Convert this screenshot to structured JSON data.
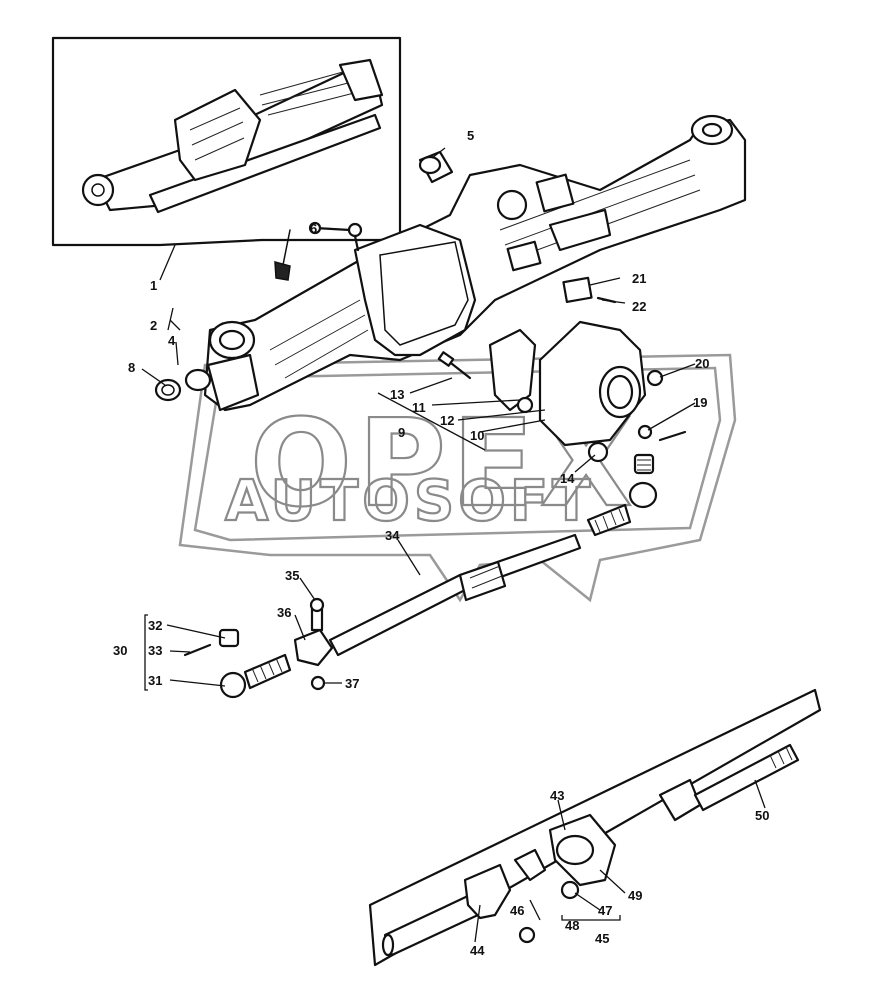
{
  "watermark": {
    "line1": "OPEX",
    "line2": "AUTOSOFT"
  },
  "callouts": {
    "c1": "1",
    "c2": "2",
    "c4": "4",
    "c5": "5",
    "c6": "6",
    "c8": "8",
    "c9": "9",
    "c10": "10",
    "c11": "11",
    "c12": "12",
    "c13": "13",
    "c14": "14",
    "c19": "19",
    "c20": "20",
    "c21": "21",
    "c22": "22",
    "c30": "30",
    "c31": "31",
    "c32": "32",
    "c33": "33",
    "c34": "34",
    "c35": "35",
    "c36": "36",
    "c37": "37",
    "c43": "43",
    "c44": "44",
    "c45": "45",
    "c46": "46",
    "c47": "47",
    "c48": "48",
    "c49": "49",
    "c50": "50"
  },
  "colors": {
    "line": "#111111",
    "watermark": "#8a8a8a",
    "background": "#ffffff"
  }
}
